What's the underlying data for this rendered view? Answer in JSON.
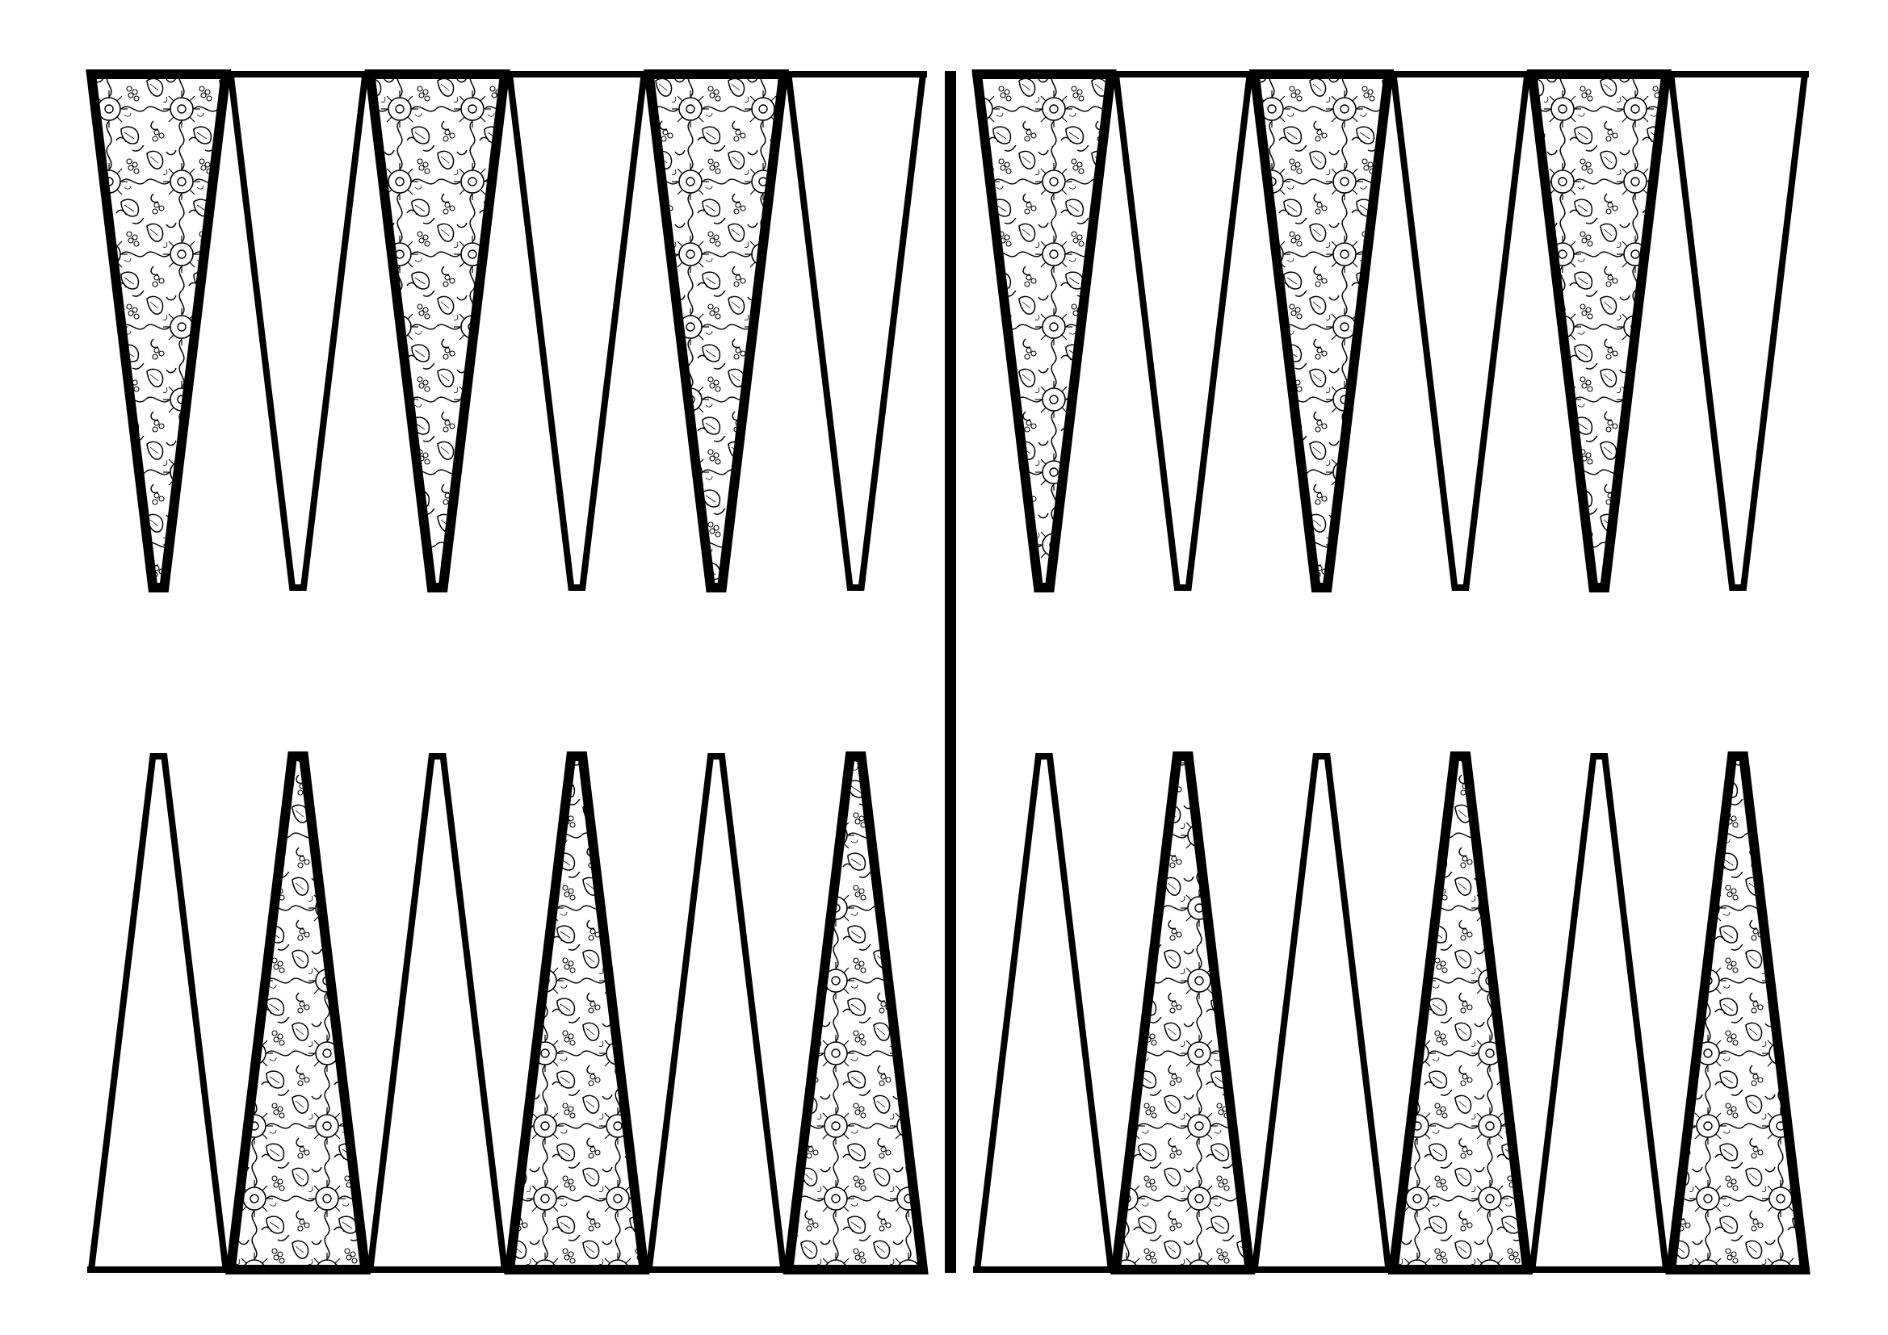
{
  "board": {
    "type": "backgammon-board",
    "colors": {
      "background": "#ffffff",
      "line": "#000000",
      "pattern_fill": "#ffffff",
      "pattern_ink": "#000000"
    },
    "halves": [
      {
        "name": "left-half",
        "rows": [
          {
            "name": "top",
            "points": [
              "patterned",
              "plain",
              "patterned",
              "plain",
              "patterned",
              "plain"
            ]
          },
          {
            "name": "bottom",
            "points": [
              "plain",
              "patterned",
              "plain",
              "patterned",
              "plain",
              "patterned"
            ]
          }
        ]
      },
      {
        "name": "right-half",
        "rows": [
          {
            "name": "top",
            "points": [
              "patterned",
              "plain",
              "patterned",
              "plain",
              "patterned",
              "plain"
            ]
          },
          {
            "name": "bottom",
            "points": [
              "plain",
              "patterned",
              "plain",
              "patterned",
              "plain",
              "patterned"
            ]
          }
        ]
      }
    ],
    "pattern_motif": "floral-engraving"
  }
}
